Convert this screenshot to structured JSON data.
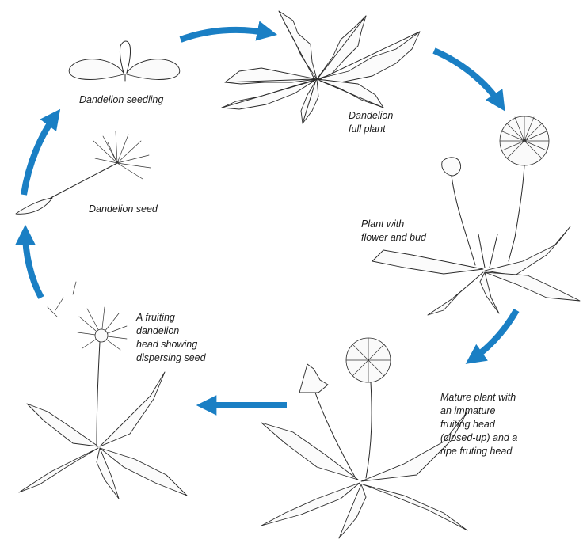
{
  "diagram": {
    "arrow_color": "#1a7fc4",
    "stages": [
      {
        "id": "seedling",
        "label": "Dandelion seedling"
      },
      {
        "id": "full-plant",
        "label": "Dandelion —\nfull plant"
      },
      {
        "id": "flower-bud",
        "label": "Plant with\nflower and bud"
      },
      {
        "id": "mature",
        "label": "Mature plant with\nan immature\nfruiting head\n(closed-up) and a\nripe fruting head"
      },
      {
        "id": "fruiting",
        "label": "A fruiting\ndandelion\nhead showing\ndispersing seed"
      },
      {
        "id": "seed",
        "label": "Dandelion seed"
      }
    ]
  }
}
